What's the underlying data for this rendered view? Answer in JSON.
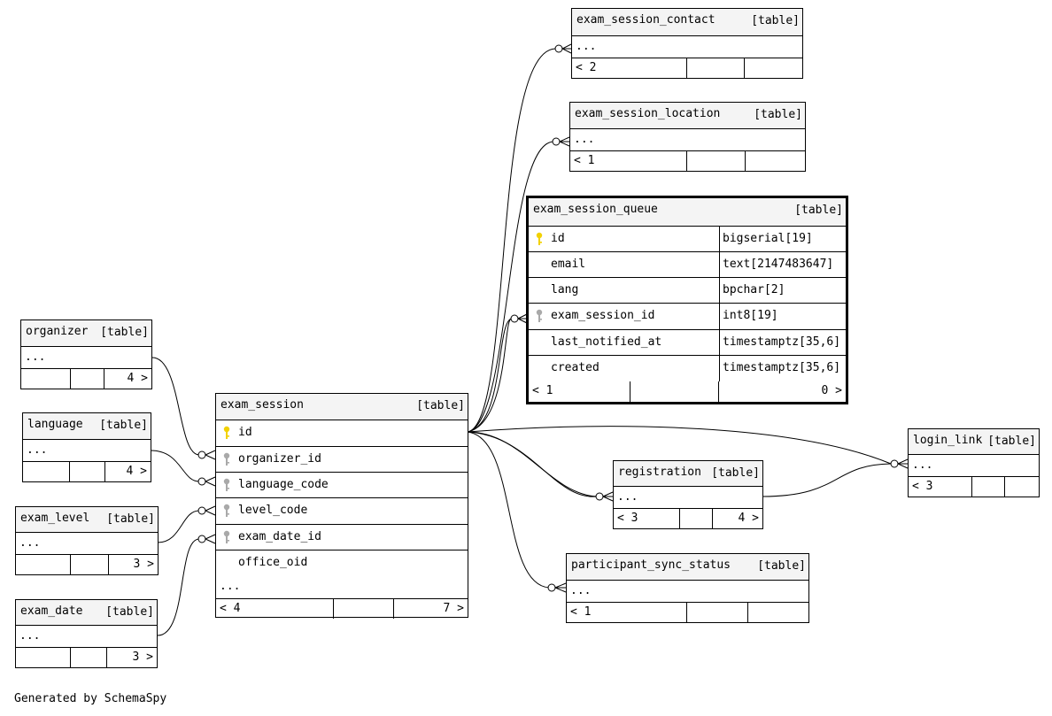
{
  "footer": "Generated by SchemaSpy",
  "tag": "[table]",
  "ellipsis": "...",
  "colors": {
    "pk_key": "#f2d100",
    "fk_key": "#a9a9a9",
    "header_bg": "#f4f4f4"
  },
  "tables": {
    "exam_session_contact": {
      "name": "exam_session_contact",
      "footer": [
        "< 2",
        "",
        ""
      ]
    },
    "exam_session_location": {
      "name": "exam_session_location",
      "footer": [
        "< 1",
        "",
        ""
      ]
    },
    "exam_session_queue": {
      "name": "exam_session_queue",
      "columns": [
        {
          "name": "id",
          "type": "bigserial[19]",
          "key": "primary"
        },
        {
          "name": "email",
          "type": "text[2147483647]",
          "key": ""
        },
        {
          "name": "lang",
          "type": "bpchar[2]",
          "key": ""
        },
        {
          "name": "exam_session_id",
          "type": "int8[19]",
          "key": "foreign"
        },
        {
          "name": "last_notified_at",
          "type": "timestamptz[35,6]",
          "key": ""
        },
        {
          "name": "created",
          "type": "timestamptz[35,6]",
          "key": ""
        }
      ],
      "footer": [
        "< 1",
        "",
        "0 >"
      ]
    },
    "organizer": {
      "name": "organizer",
      "footer": [
        "",
        "",
        "4 >"
      ]
    },
    "language": {
      "name": "language",
      "footer": [
        "",
        "",
        "4 >"
      ]
    },
    "exam_level": {
      "name": "exam_level",
      "footer": [
        "",
        "",
        "3 >"
      ]
    },
    "exam_date": {
      "name": "exam_date",
      "footer": [
        "",
        "",
        "3 >"
      ]
    },
    "exam_session": {
      "name": "exam_session",
      "columns": [
        {
          "name": "id",
          "key": "primary"
        },
        {
          "name": "organizer_id",
          "key": "foreign"
        },
        {
          "name": "language_code",
          "key": "foreign"
        },
        {
          "name": "level_code",
          "key": "foreign"
        },
        {
          "name": "exam_date_id",
          "key": "foreign"
        },
        {
          "name": "office_oid",
          "key": ""
        }
      ],
      "footer": [
        "< 4",
        "",
        "7 >"
      ]
    },
    "login_link": {
      "name": "login_link",
      "footer": [
        "< 3",
        "",
        ""
      ]
    },
    "registration": {
      "name": "registration",
      "footer": [
        "< 3",
        "",
        "4 >"
      ]
    },
    "participant_sync_status": {
      "name": "participant_sync_status",
      "footer": [
        "< 1",
        "",
        ""
      ]
    }
  }
}
